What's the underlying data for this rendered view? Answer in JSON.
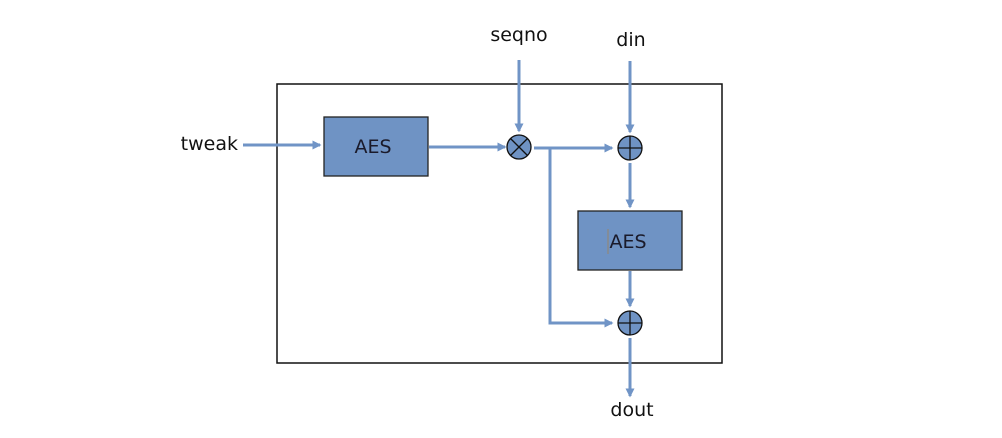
{
  "labels": {
    "tweak": "tweak",
    "seqno": "seqno",
    "din": "din",
    "dout": "dout"
  },
  "blocks": {
    "aes_top": "AES",
    "aes_bottom": "AES"
  },
  "colors": {
    "accent": "#7094c6",
    "block_fill": "#6f93c4",
    "block_stroke": "#222222",
    "frame_stroke": "#111111"
  },
  "icons": {
    "multiply": "multiply-icon",
    "xor": "xor-icon"
  }
}
